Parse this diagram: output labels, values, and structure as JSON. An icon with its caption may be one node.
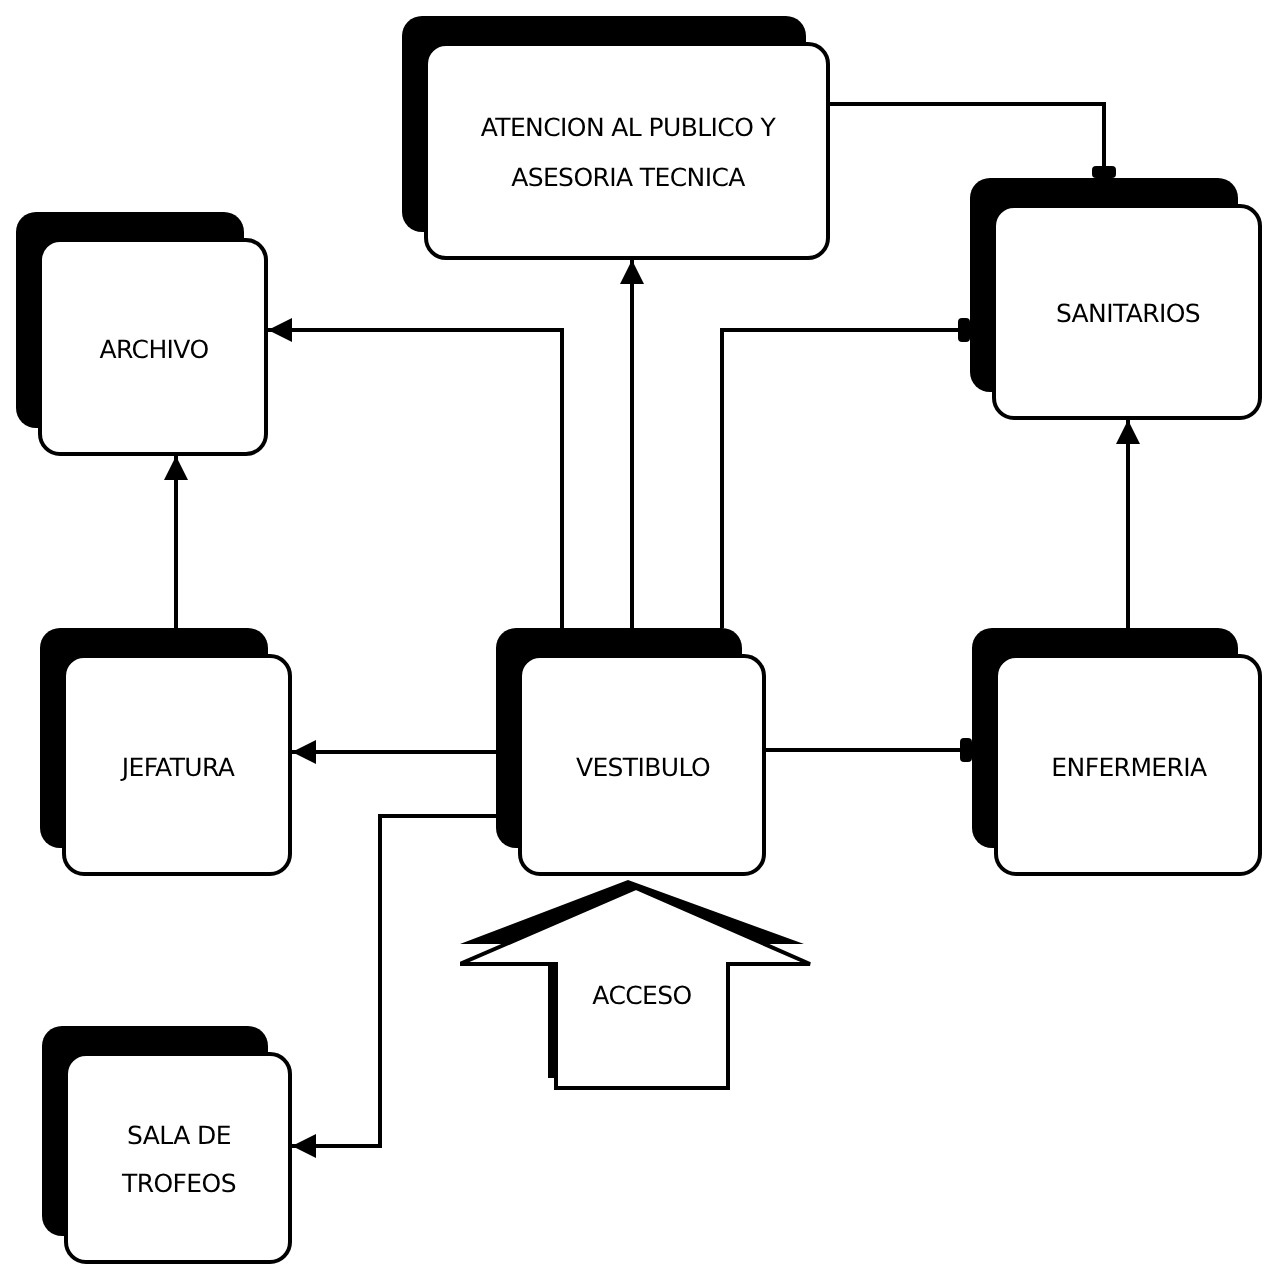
{
  "diagram": {
    "nodes": [
      {
        "text": [
          "ATENCION AL PUBLICO Y ASESORIA TECNICA"
        ]
      },
      {
        "text": [
          "ARCHIVO"
        ]
      },
      {
        "text": [
          "SANITARIOS"
        ]
      },
      {
        "text": [
          "JEFATURA"
        ]
      },
      {
        "text": [
          "VESTIBULO"
        ]
      },
      {
        "text": [
          "ENFERMERIA"
        ]
      },
      {
        "text": [
          "ACCESO"
        ]
      },
      {
        "text": [
          "SALA DE TROFEOS"
        ]
      }
    ],
    "edges": [
      {
        "from": 4,
        "to": 1,
        "arrow": "to"
      },
      {
        "from": 4,
        "to": 0,
        "arrow": "to"
      },
      {
        "from": 4,
        "to": 2,
        "arrow": "other"
      },
      {
        "from": 0,
        "to": 2,
        "arrow": "other"
      },
      {
        "from": 3,
        "to": 1,
        "arrow": "to"
      },
      {
        "from": 5,
        "to": 2,
        "arrow": "to"
      },
      {
        "from": 4,
        "to": 3,
        "arrow": "to"
      },
      {
        "from": 4,
        "to": 5,
        "arrow": "other"
      },
      {
        "from": 4,
        "to": 7,
        "arrow": "to"
      }
    ]
  }
}
